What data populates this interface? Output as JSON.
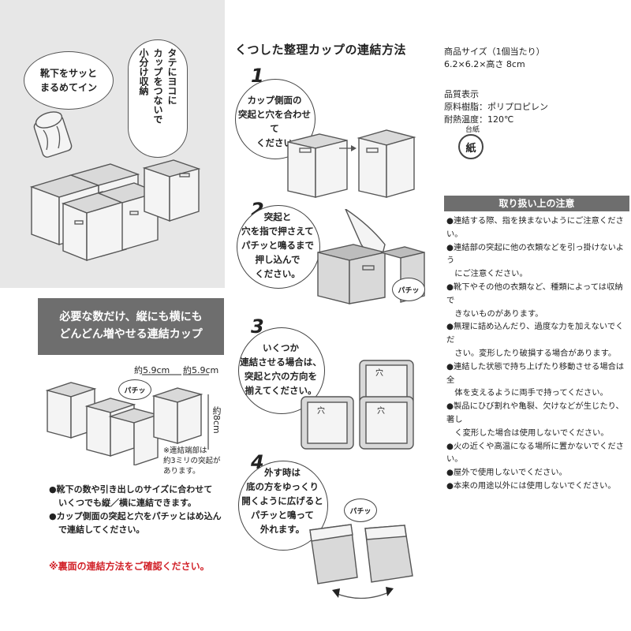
{
  "hero": {
    "bubble_left": [
      "靴下をサッと",
      "まるめてイン"
    ],
    "vertical_text": [
      "タテにヨコに",
      "カップをつないで",
      "小分け収納"
    ]
  },
  "banner": {
    "lines": [
      "必要な数だけ、縦にも横にも",
      "どんどん増やせる連結カップ"
    ]
  },
  "dims": {
    "width1": "約5.9cm",
    "width2": "約5.9cm",
    "height": "約8cm",
    "pachi": "パチッ",
    "note_lines": [
      "※連結端部は",
      "約3ミリの突起が",
      "あります。"
    ]
  },
  "bullets": [
    [
      "●靴下の数や引き出しのサイズに合わせて",
      "いくつでも縦／横に連結できます。"
    ],
    [
      "●カップ側面の突起と穴をパチッとはめ込ん",
      "で連結してください。"
    ]
  ],
  "red_note": "※裏面の連結方法をご確認ください。",
  "middle": {
    "title": "くつした整理カップの連結方法",
    "steps": [
      {
        "num": "1",
        "lines": [
          "カップ側面の",
          "突起と穴を合わせて",
          "ください"
        ]
      },
      {
        "num": "2",
        "lines": [
          "突起と",
          "穴を指で押さえて",
          "パチッと鳴るまで",
          "押し込んで",
          "ください。"
        ],
        "pachi": "パチッ"
      },
      {
        "num": "3",
        "lines": [
          "いくつか",
          "連結させる場合は、",
          "突起と穴の方向を",
          "揃えてください。"
        ],
        "hole": "穴"
      },
      {
        "num": "4",
        "lines": [
          "外す時は",
          "底の方をゆっくり",
          "開くように広げると",
          "パチッと鳴って",
          "外れます。"
        ],
        "pachi": "パチッ"
      }
    ]
  },
  "spec": {
    "size_label": "商品サイズ（1個当たり）",
    "size_value": "6.2×6.2×高さ 8cm",
    "quality_label": "品質表示",
    "material": "原料樹脂：ポリプロピレン",
    "heat": "耐熱温度：120℃",
    "recycle_top": "台紙",
    "recycle_mark": "紙"
  },
  "caution": {
    "title": "取り扱い上の注意",
    "items": [
      "●連結する際、指を挟まないようにご注意ください。",
      "●連結部の突起に他の衣類などを引っ掛けないよう",
      "　にご注意ください。",
      "●靴下やその他の衣類など、種類によっては収納で",
      "　きないものがあります。",
      "●無理に詰め込んだり、過度な力を加えないでくだ",
      "　さい。変形したり破損する場合があります。",
      "●連結した状態で持ち上げたり移動させる場合は全",
      "　体を支えるように両手で持ってください。",
      "●製品にひび割れや亀裂、欠けなどが生じたり、著し",
      "　く変形した場合は使用しないでください。",
      "●火の近くや高温になる場所に置かないでください。",
      "●屋外で使用しないでください。",
      "●本来の用途以外には使用しないでください。"
    ]
  }
}
